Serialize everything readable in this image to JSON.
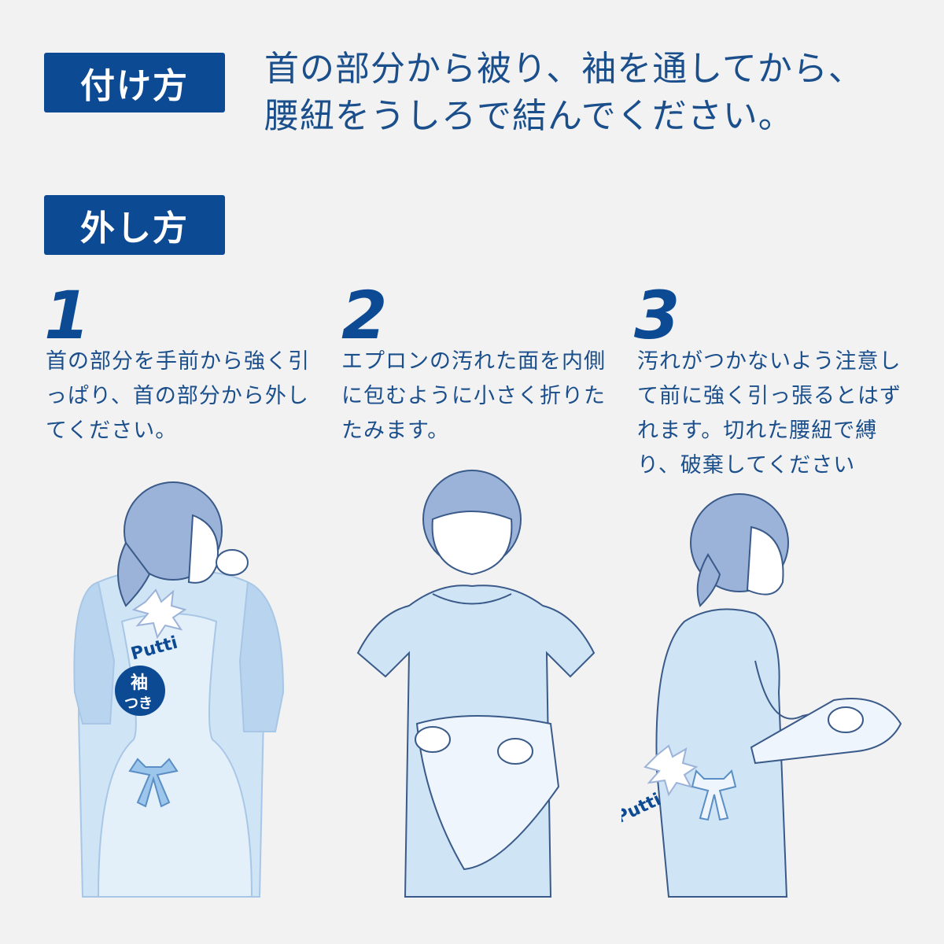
{
  "put_on": {
    "label": "付け方",
    "instruction_line1": "首の部分から被り、袖を通してから、",
    "instruction_line2": "腰紐をうしろで結んでください。"
  },
  "take_off": {
    "label": "外し方",
    "steps": [
      {
        "number": "1",
        "text": "首の部分を手前から強く引っぱり、首の部分から外してください。"
      },
      {
        "number": "2",
        "text": "エプロンの汚れた面を内側に包むように小さく折りたたみます。"
      },
      {
        "number": "3",
        "text": "汚れがつかないよう注意して前に強く引っ張るとはずれます。切れた腰紐で縛り、破棄してください"
      }
    ]
  },
  "badges": {
    "putti_1": "Putti",
    "putti_3": "Putti",
    "sleeve_line1": "袖",
    "sleeve_line2": "つき"
  },
  "colors": {
    "primary": "#0d4a94",
    "text": "#1b4f8c",
    "background": "#f2f2f2",
    "hair": "#9cb3d9",
    "gown": "#cfe4f5"
  }
}
